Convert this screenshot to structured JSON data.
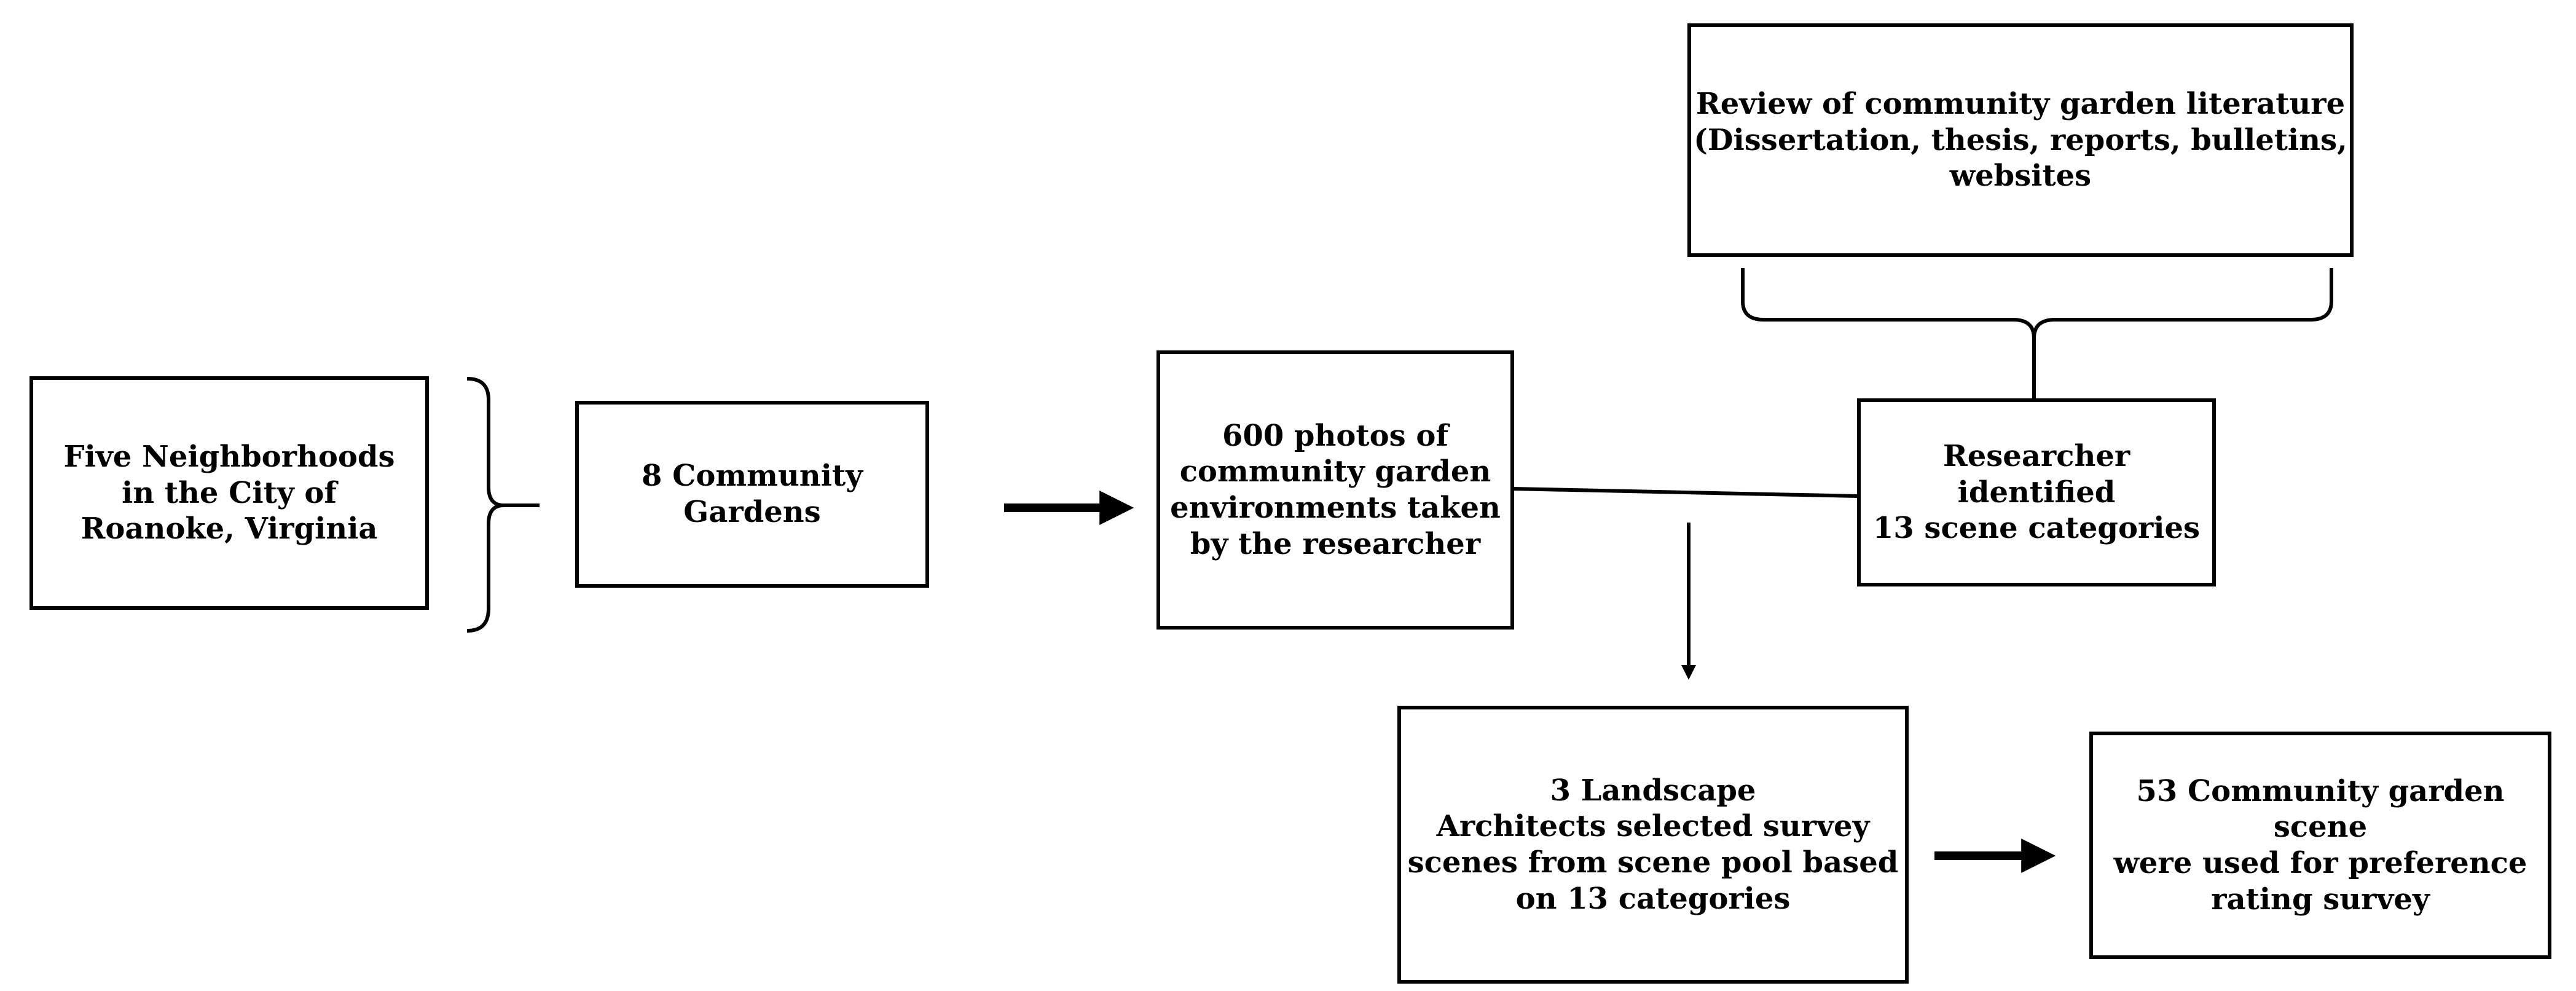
{
  "nodes": {
    "neighborhoods": {
      "lines": [
        "Five Neighborhoods",
        "in the City of",
        "Roanoke, Virginia"
      ]
    },
    "gardens": {
      "lines": [
        "8 Community",
        "Gardens"
      ]
    },
    "photos": {
      "lines": [
        "600 photos of",
        "community garden",
        "environments taken",
        "by the researcher"
      ]
    },
    "literature": {
      "lines": [
        "Review of community garden literature",
        "(Dissertation, thesis, reports, bulletins,",
        "websites"
      ]
    },
    "categories": {
      "lines": [
        "Researcher identified",
        "13 scene categories"
      ]
    },
    "architects": {
      "lines": [
        "3 Landscape",
        "Architects selected survey",
        "scenes from scene pool based",
        "on 13 categories"
      ]
    },
    "scenes": {
      "lines": [
        "53 Community garden scene",
        "were used for preference",
        "rating survey"
      ]
    }
  },
  "colors": {
    "line": "#000000",
    "box_border": "#000000",
    "background": "#ffffff"
  }
}
